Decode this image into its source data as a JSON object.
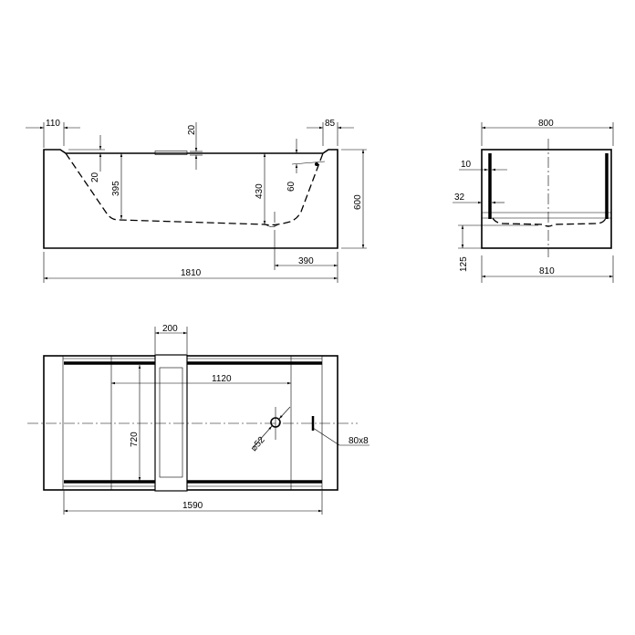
{
  "front_view": {
    "d_110": "110",
    "d_85": "85",
    "d_20_top": "20",
    "d_20_left": "20",
    "d_395": "395",
    "d_430": "430",
    "d_60": "60",
    "d_600": "600",
    "d_1810": "1810",
    "d_390": "390"
  },
  "side_view": {
    "d_800": "800",
    "d_10": "10",
    "d_32": "32",
    "d_125": "125",
    "d_810": "810"
  },
  "top_view": {
    "d_200": "200",
    "d_1120": "1120",
    "d_720": "720",
    "d_52": "⌀52",
    "d_80x8": "80x8",
    "d_1590": "1590"
  }
}
